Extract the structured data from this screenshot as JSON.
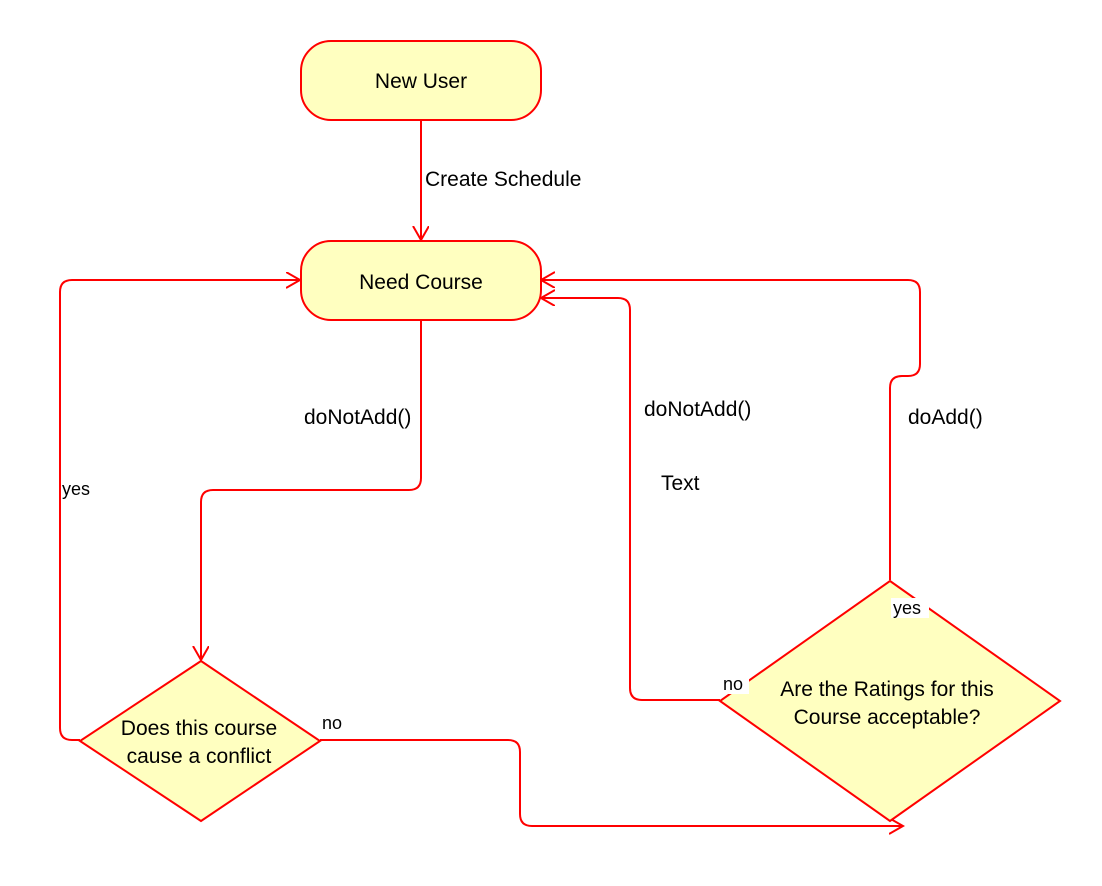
{
  "colors": {
    "stroke": "#ff0000",
    "fill": "#ffffc0",
    "text": "#000000",
    "background": "#ffffff"
  },
  "nodes": {
    "new_user": {
      "label": "New User"
    },
    "need_course": {
      "label": "Need Course"
    },
    "conflict": {
      "line1": "Does this course",
      "line2": "cause a conflict"
    },
    "ratings": {
      "line1": "Are the Ratings for this",
      "line2": "Course acceptable?"
    }
  },
  "edges": {
    "create_schedule": "Create Schedule",
    "do_not_add_left": "doNotAdd()",
    "do_not_add_right": "doNotAdd()",
    "do_add": "doAdd()",
    "yes_left": "yes",
    "no_conflict": "no",
    "no_ratings": "no",
    "yes_ratings": "yes",
    "floating_text": "Text"
  }
}
